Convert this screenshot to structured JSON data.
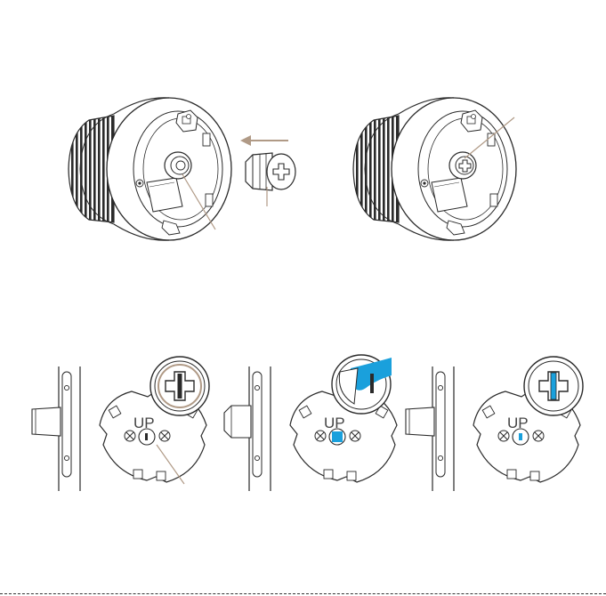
{
  "labels": {
    "step1_up": "UP",
    "step2_up": "UP",
    "step3_up": "UP"
  },
  "colors": {
    "line": "#2a2a2a",
    "accent_bronze": "#b09a86",
    "accent_blue": "#1aa0dc",
    "white": "#ffffff"
  },
  "icons": {
    "arrow": "arrow-left-icon",
    "adapter": "cross-adapter-icon",
    "screw": "cross-screw-icon"
  }
}
